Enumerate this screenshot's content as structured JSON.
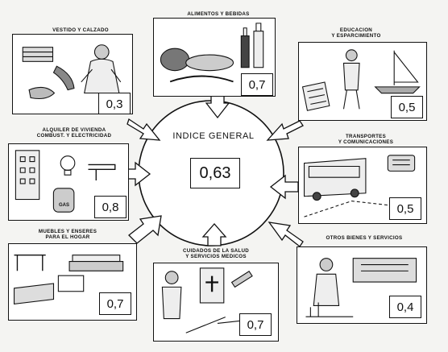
{
  "center": {
    "title": "INDICE GENERAL",
    "value": "0,63"
  },
  "panels": [
    {
      "id": "vestido",
      "label": "VESTIDO Y CALZADO",
      "value": "0,3",
      "icons": [
        "shirt-icon",
        "shoe-icon",
        "person-icon"
      ]
    },
    {
      "id": "alimentos",
      "label": "ALIMENTOS Y BEBIDAS",
      "value": "0,7",
      "icons": [
        "bottle-icon",
        "bread-icon",
        "fruit-icon"
      ]
    },
    {
      "id": "educacion",
      "label": "EDUCACION\nY ESPARCIMIENTO",
      "value": "0,5",
      "icons": [
        "sailboat-icon",
        "person-icon",
        "books-icon"
      ]
    },
    {
      "id": "vivienda",
      "label": "ALQUILER DE VIVIENDA\nCOMBUST. Y ELECTRICIDAD",
      "value": "0,8",
      "icons": [
        "building-icon",
        "lightbulb-icon",
        "gas-tank-icon"
      ],
      "gas_label": "GAS"
    },
    {
      "id": "transportes",
      "label": "TRANSPORTES\nY COMUNICACIONES",
      "value": "0,5",
      "icons": [
        "bus-icon",
        "telephone-icon"
      ]
    },
    {
      "id": "muebles",
      "label": "MUEBLES Y ENSERES\nPARA EL HOGAR",
      "value": "0,7",
      "icons": [
        "sofa-icon",
        "bed-icon",
        "table-icon"
      ]
    },
    {
      "id": "salud",
      "label": "CUIDADOS DE LA SALUD\nY SERVICIOS MEDICOS",
      "value": "0,7",
      "icons": [
        "medicine-cabinet-icon",
        "doctor-icon",
        "syringe-icon"
      ]
    },
    {
      "id": "otros",
      "label": "OTROS BIENES Y SERVICIOS",
      "value": "0,4",
      "icons": [
        "person-icon",
        "shop-counter-icon"
      ]
    }
  ]
}
